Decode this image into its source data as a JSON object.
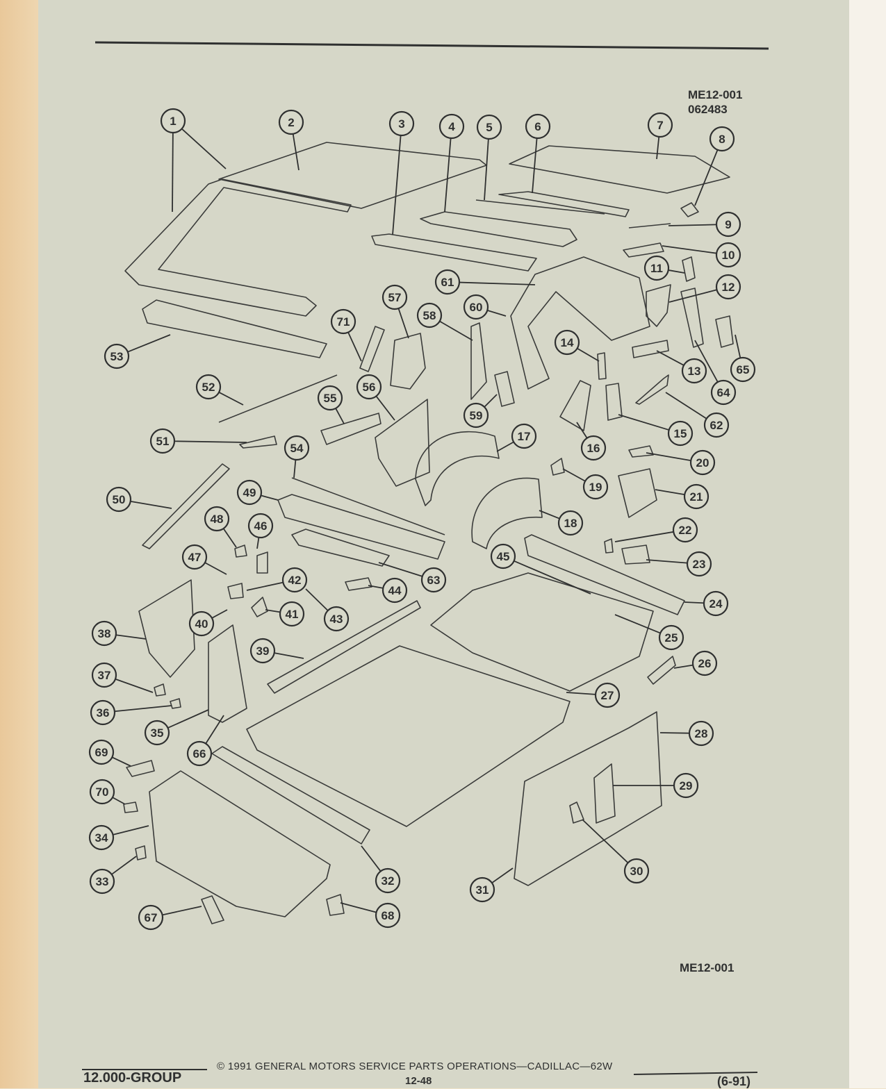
{
  "diagram": {
    "code_top": "ME12-001",
    "date_code": "062483",
    "code_bottom": "ME12-001"
  },
  "footer": {
    "group": "12.000-GROUP",
    "copyright": "© 1991 GENERAL MOTORS SERVICE PARTS OPERATIONS—CADILLAC—62W",
    "page": "12-48",
    "revision": "(6-91)"
  },
  "callouts": [
    "1",
    "2",
    "3",
    "4",
    "5",
    "6",
    "7",
    "8",
    "9",
    "10",
    "11",
    "12",
    "13",
    "14",
    "15",
    "16",
    "17",
    "18",
    "19",
    "20",
    "21",
    "22",
    "23",
    "24",
    "25",
    "26",
    "27",
    "28",
    "29",
    "30",
    "31",
    "32",
    "33",
    "34",
    "35",
    "36",
    "37",
    "38",
    "39",
    "40",
    "41",
    "42",
    "43",
    "44",
    "45",
    "46",
    "47",
    "48",
    "49",
    "50",
    "51",
    "52",
    "53",
    "54",
    "55",
    "56",
    "57",
    "58",
    "59",
    "60",
    "61",
    "62",
    "63",
    "64",
    "65",
    "66",
    "67",
    "68",
    "69",
    "70",
    "71"
  ]
}
